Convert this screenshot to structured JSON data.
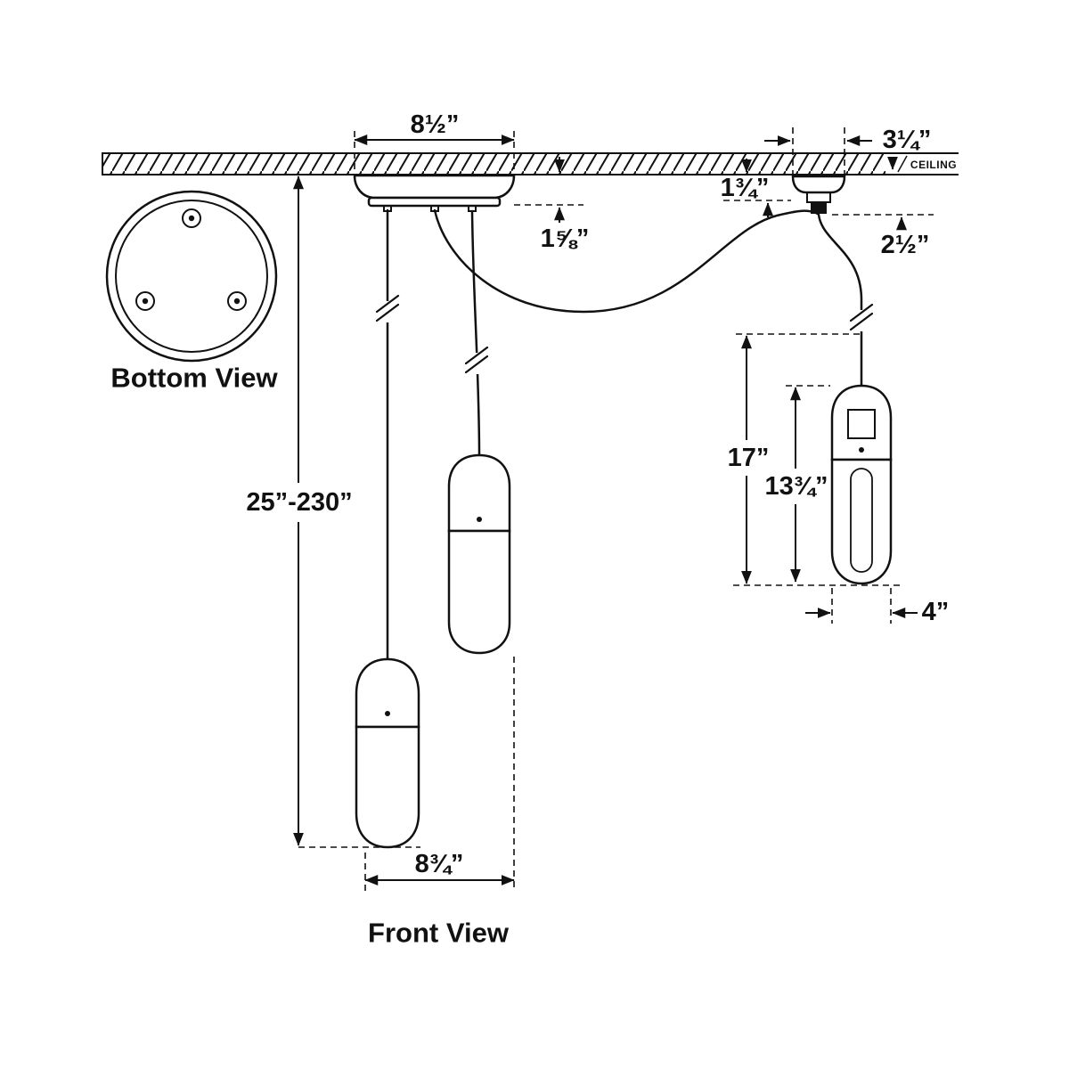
{
  "labels": {
    "ceiling": "CEILING",
    "bottom_view": "Bottom View",
    "front_view": "Front View"
  },
  "dimensions": {
    "canopy_width": "8½”",
    "canopy_height": "1⅝”",
    "right_mount_width": "3¼”",
    "right_mount_drop": "1¾”",
    "right_cord_drop": "2½”",
    "overall_height": "25”-230”",
    "right_pendant_overall": "17”",
    "right_pendant_body": "13¾”",
    "right_pendant_width": "4”",
    "pendant_spread": "8¾”"
  },
  "colors": {
    "line": "#111111",
    "background": "#ffffff"
  }
}
